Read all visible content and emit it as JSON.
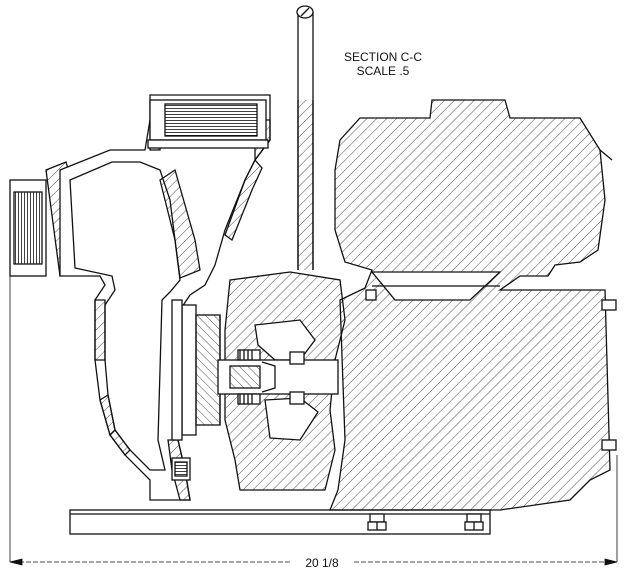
{
  "section": {
    "title_line1": "SECTION C-C",
    "title_line2": "SCALE .5"
  },
  "dimension": {
    "overall_length": "20 1/8"
  },
  "colors": {
    "line": "#111111",
    "background": "#ffffff"
  }
}
